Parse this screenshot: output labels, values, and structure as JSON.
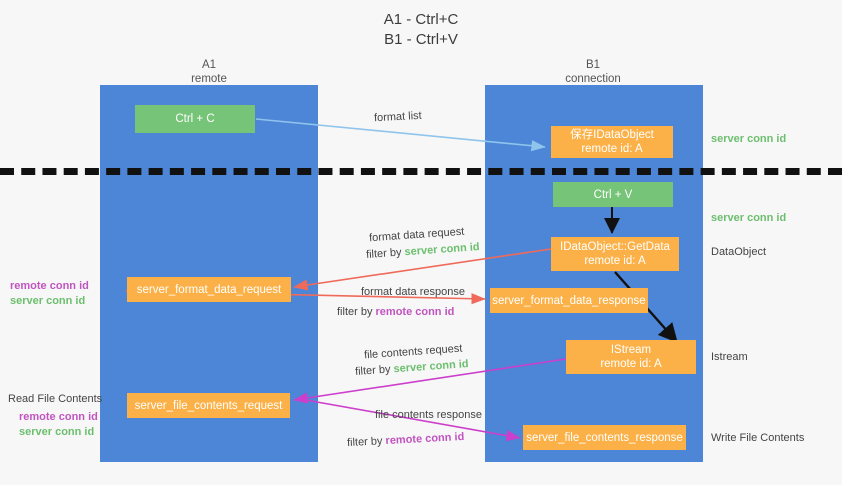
{
  "title": {
    "line1": "A1 - Ctrl+C",
    "line2": "B1 - Ctrl+V"
  },
  "lanes": [
    {
      "name": "A1",
      "sub": "remote"
    },
    {
      "name": "B1",
      "sub": "connection"
    }
  ],
  "boxes": {
    "ctrl_c": "Ctrl + C",
    "ctrl_v": "Ctrl + V",
    "save_idataobject_l1": "保存IDataObject",
    "save_idataobject_l2": "remote id: A",
    "getdata_l1": "IDataObject::GetData",
    "getdata_l2": "remote id: A",
    "istream_l1": "IStream",
    "istream_l2": "remote id: A",
    "server_format_data_request": "server_format_data_request",
    "server_format_data_response": "server_format_data_response",
    "server_file_contents_request": "server_file_contents_request",
    "server_file_contents_response": "server_file_contents_response"
  },
  "edges": {
    "format_list": "format list",
    "format_data_request": "format data request",
    "format_data_request_filter_prefix": "filter by ",
    "format_data_request_filter_key": "server conn id",
    "format_data_response": "format data response",
    "format_data_response_filter_prefix": "filter by ",
    "format_data_response_filter_key": "remote conn id",
    "file_contents_request": "file contents request",
    "file_contents_request_filter_prefix": "filter by ",
    "file_contents_request_filter_key": "server conn id",
    "file_contents_response": "file contents response",
    "file_contents_response_filter_prefix": "filter by ",
    "file_contents_response_filter_key": "remote conn id"
  },
  "right_labels": {
    "server_conn_id_top": "server conn id",
    "server_conn_id_mid": "server conn id",
    "dataobject": "DataObject",
    "istream": "Istream",
    "write_file_contents": "Write File Contents"
  },
  "left_labels": {
    "read_file_contents": "Read File Contents",
    "remote_conn_id_a": "remote conn id",
    "server_conn_id_a": "server conn id",
    "remote_conn_id_b": "remote conn id",
    "server_conn_id_b": "server conn id"
  },
  "colors": {
    "lane": "#4d86d6",
    "green": "#76c478",
    "orange": "#fbb147",
    "green_text": "#6cbf6e",
    "magenta_text": "#c154c1",
    "arrow_blue": "#8fc4ec",
    "arrow_red": "#ef6a5a",
    "arrow_magenta": "#cc3fcc",
    "arrow_black": "#111111",
    "background": "#f7f7f7"
  }
}
